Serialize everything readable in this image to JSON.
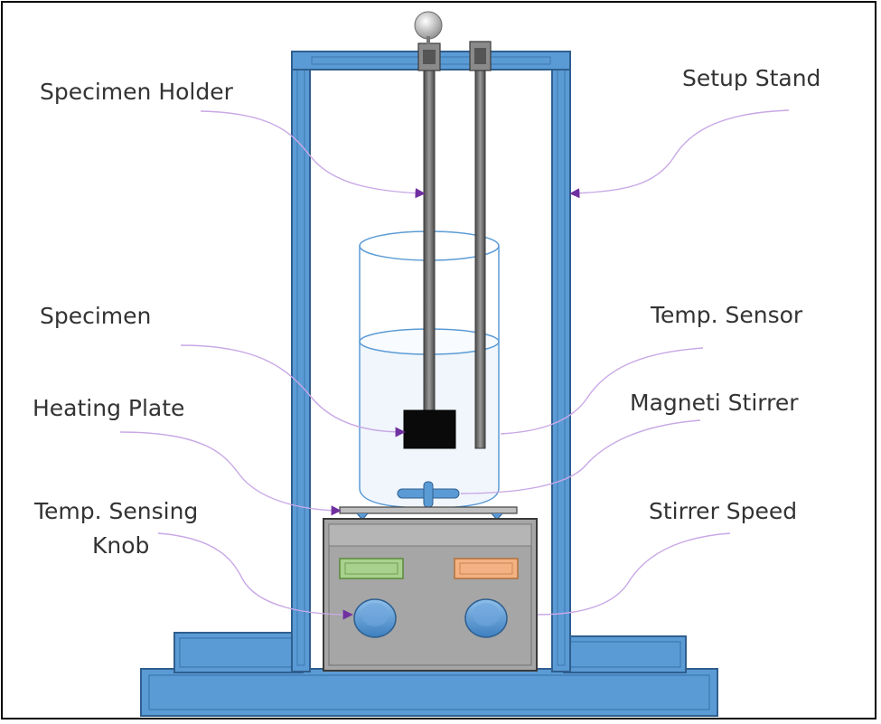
{
  "labels": {
    "specimen_holder": "Specimen Holder",
    "setup_stand": "Setup Stand",
    "specimen": "Specimen",
    "temp_sensor": "Temp. Sensor",
    "heating_plate": "Heating Plate",
    "magneti_stirrer": "Magneti Stirrer",
    "temp_sensing_line1": "Temp. Sensing",
    "temp_sensing_line2": "Knob",
    "stirrer_speed": "Stirrer Speed"
  },
  "colors": {
    "stand_blue": "#5b9bd5",
    "stand_edge": "#2f5f8f",
    "rod_gray": "#6d6d6d",
    "hotplate_gray": "#a6a6a6",
    "indicator_green": "#a9d18e",
    "indicator_orange": "#f4b183",
    "knob_blue": "#5b9bd5",
    "leader_line": "#c9a8e6",
    "arrow_head": "#7030a0"
  }
}
